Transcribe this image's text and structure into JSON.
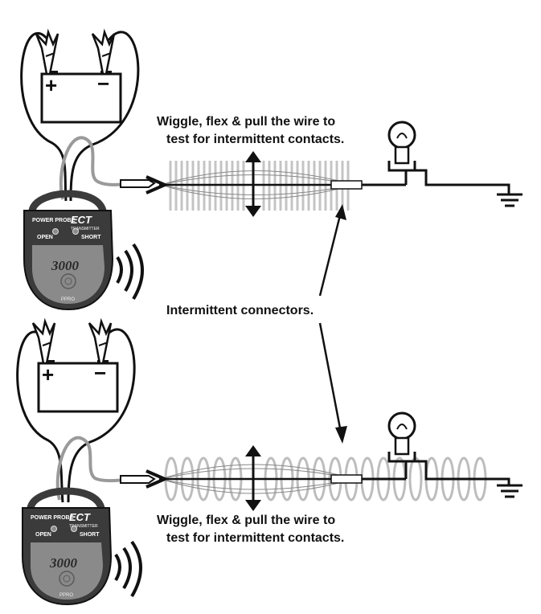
{
  "captions": {
    "top_line1": "Wiggle, flex & pull the wire to",
    "top_line2": "test for intermittent contacts.",
    "middle": "Intermittent connectors.",
    "bottom_line1": "Wiggle, flex & pull the wire to",
    "bottom_line2": "test for intermittent contacts."
  },
  "battery": {
    "plus": "+",
    "minus": "−"
  },
  "transmitter": {
    "brand": "POWER PROBE",
    "model": "ECT",
    "subtitle": "TRANSMITTER",
    "open_label": "OPEN",
    "short_label": "SHORT",
    "number": "3000",
    "badge": "PPRO"
  },
  "colors": {
    "ink": "#111111",
    "device_body": "#3b3b3b",
    "device_panel": "#8a8a8a",
    "wire_gray": "#9a9a9a",
    "spring_gray": "#bdbdbd"
  },
  "icons": [
    "battery-icon",
    "alligator-clip-icon",
    "bulb-icon",
    "ground-icon",
    "sound-wave-icon",
    "double-arrow-icon"
  ]
}
